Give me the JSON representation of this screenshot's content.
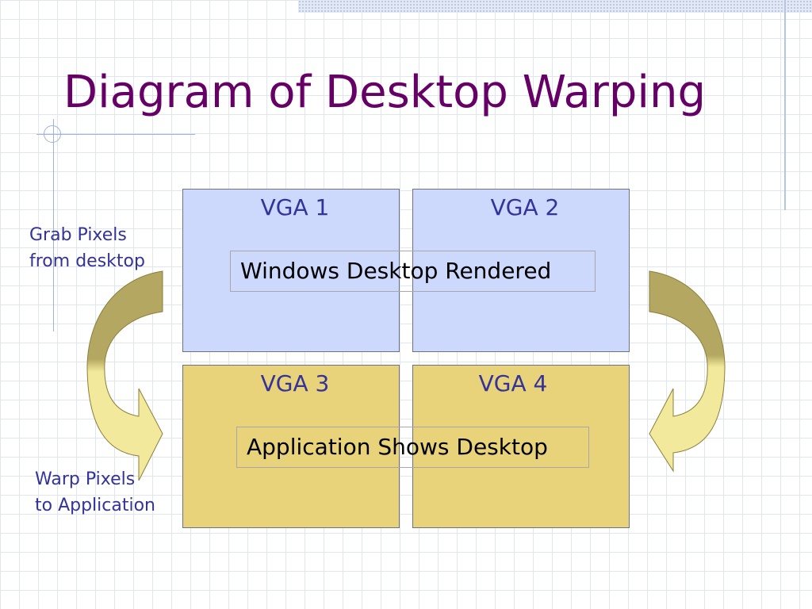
{
  "title": "Diagram of Desktop Warping",
  "quadrants": [
    {
      "label": "VGA 1"
    },
    {
      "label": "VGA 2"
    },
    {
      "label": "VGA 3"
    },
    {
      "label": "VGA 4"
    }
  ],
  "overlays": {
    "top": "Windows Desktop Rendered",
    "bottom": "Application Shows Desktop"
  },
  "side_labels": {
    "grab": [
      "Grab Pixels",
      "from desktop"
    ],
    "warp": [
      "Warp Pixels",
      "to Application"
    ]
  },
  "colors": {
    "title": "#660066",
    "label_text": "#333399",
    "vga_top_fill": "#ccd8fc",
    "vga_bottom_fill": "#e8d37a",
    "arrow_dark": "#b3a761",
    "arrow_light": "#f3e99c"
  }
}
